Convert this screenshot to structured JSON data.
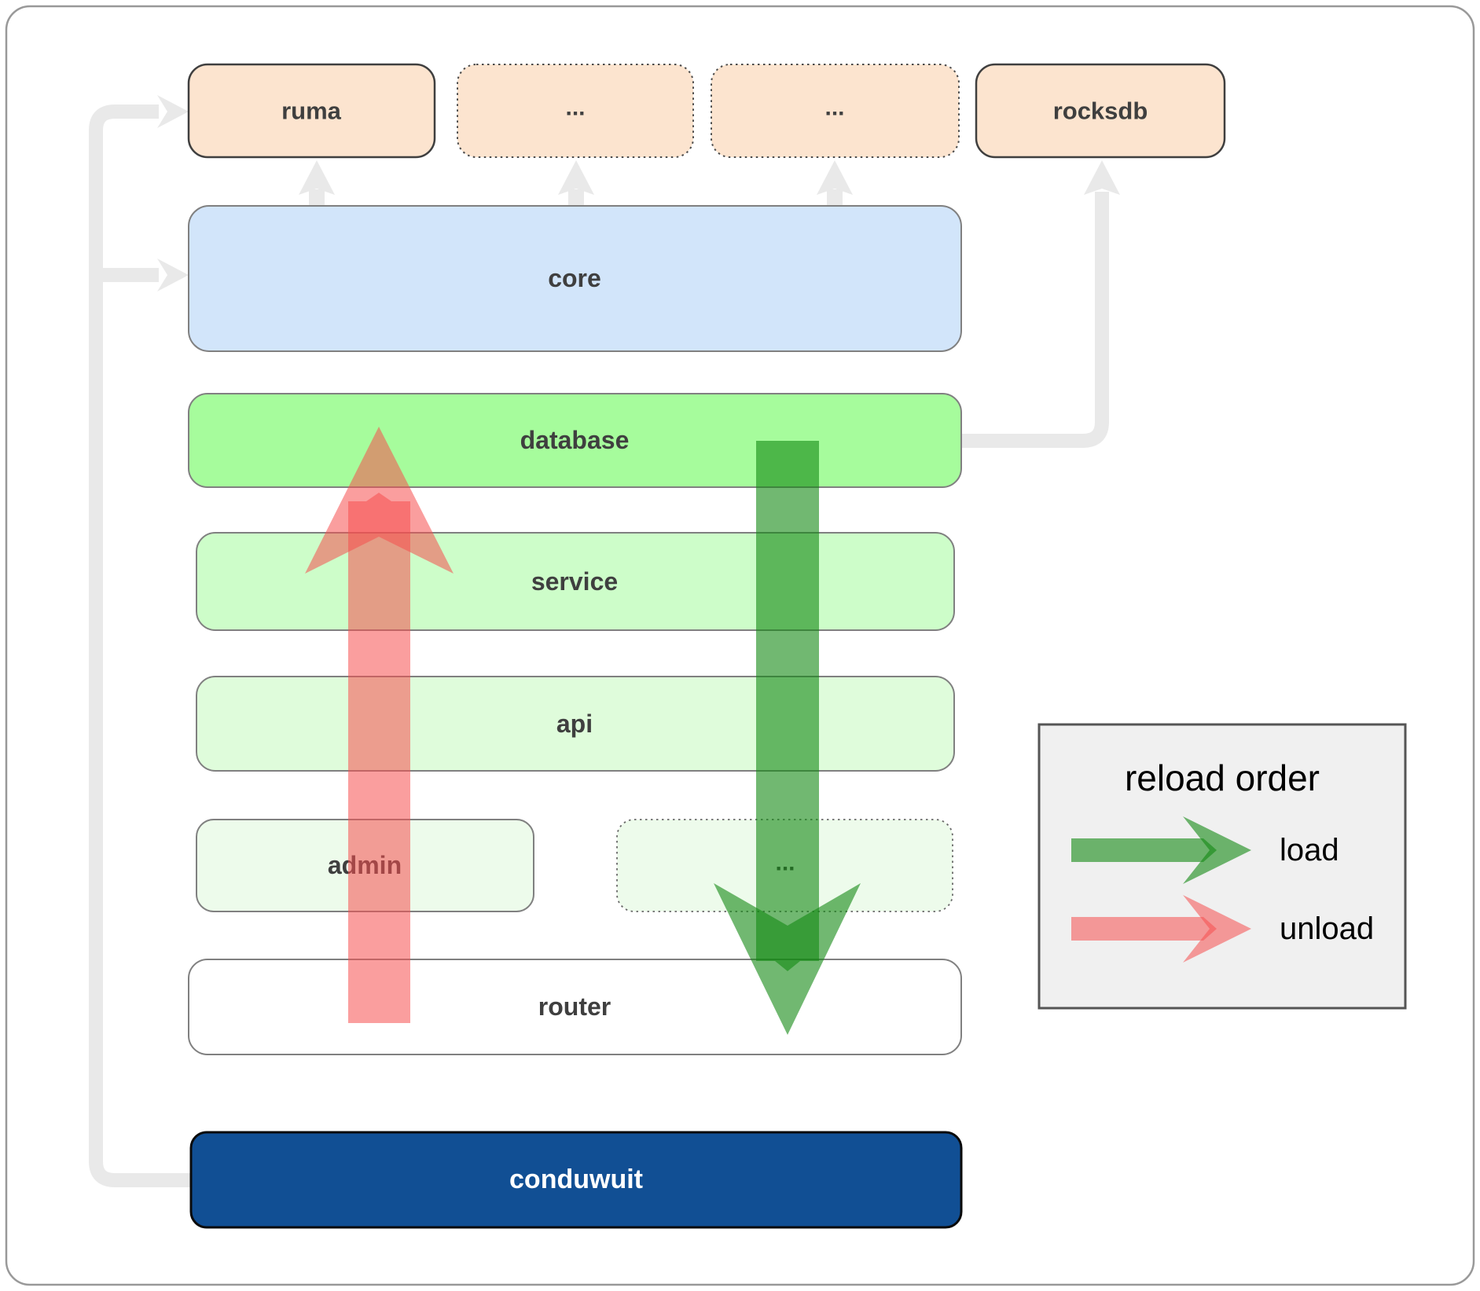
{
  "nodes": {
    "ruma": {
      "label": "ruma"
    },
    "ellipsis_top_left": {
      "label": "..."
    },
    "ellipsis_top_right": {
      "label": "..."
    },
    "rocksdb": {
      "label": "rocksdb"
    },
    "core": {
      "label": "core"
    },
    "database": {
      "label": "database"
    },
    "service": {
      "label": "service"
    },
    "api": {
      "label": "api"
    },
    "admin": {
      "label": "admin"
    },
    "ellipsis_admin_row": {
      "label": "..."
    },
    "router": {
      "label": "router"
    },
    "conduwuit": {
      "label": "conduwuit"
    }
  },
  "legend": {
    "title": "reload order",
    "load_label": "load",
    "unload_label": "unload"
  },
  "colors": {
    "node_peach": "#fce4cf",
    "node_blue": "#d2e5fa",
    "node_green_bright": "#a6fc9c",
    "node_green_mid": "#cdfdc9",
    "node_green_light": "#dffcdb",
    "node_green_faint": "#edfbeb",
    "node_white": "#ffffff",
    "node_navy": "#114f94",
    "arrow_load_green": "#128812",
    "arrow_unload_red": "#f64e4e",
    "connector_gray": "#e9e9e9",
    "legend_bg": "#f0f0f0"
  }
}
